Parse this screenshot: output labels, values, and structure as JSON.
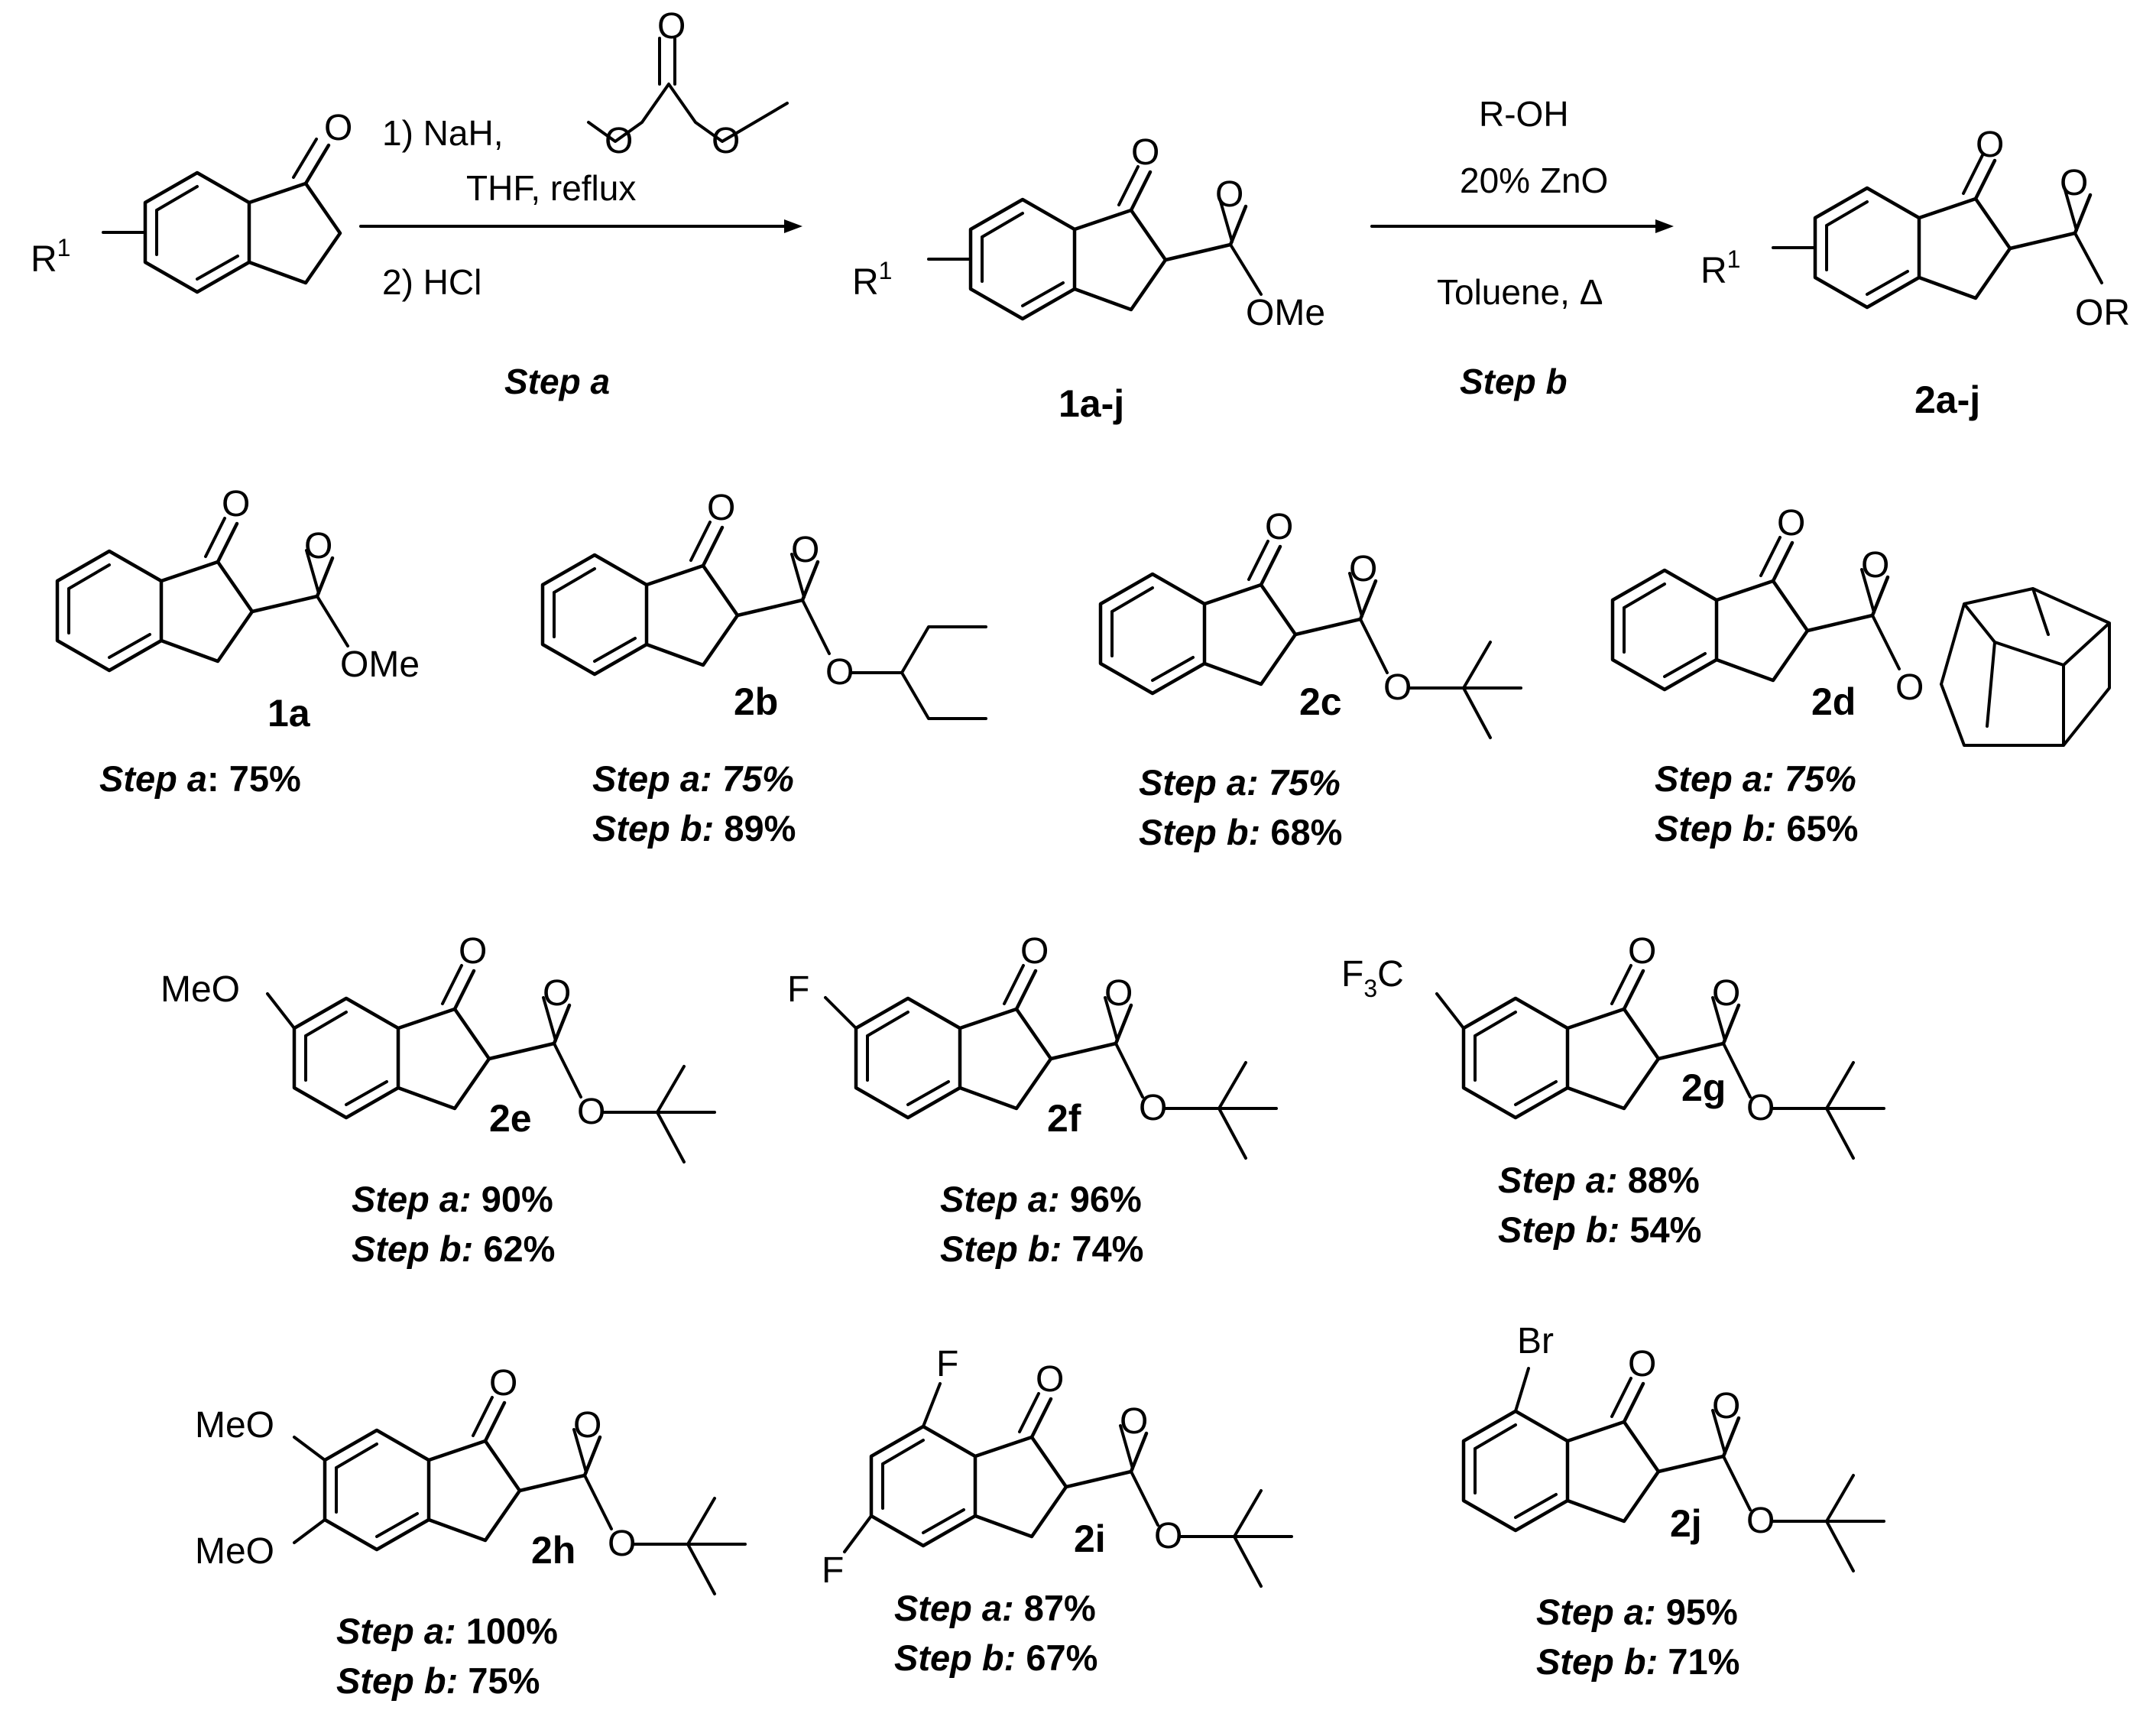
{
  "scheme": {
    "start_substituent": "R",
    "start_substituent_sup": "1",
    "step_a": {
      "reagent_line1": "1)  NaH,",
      "reagent_line2": "THF, reflux",
      "reagent_line3": "2) HCl",
      "label": "Step a"
    },
    "intermediate": {
      "substituent": "R",
      "substituent_sup": "1",
      "ester_group": "OMe",
      "label": "1a-j"
    },
    "step_b": {
      "reagent_line1": "R-OH",
      "reagent_line2": "20% ZnO",
      "reagent_line3": "Toluene, Δ",
      "label": "Step b"
    },
    "product": {
      "substituent": "R",
      "substituent_sup": "1",
      "ester_group": "OR",
      "label": "2a-j"
    }
  },
  "atoms": {
    "oxygen": "O",
    "methoxy": "OMe"
  },
  "yield_labels": {
    "step_a": "Step a",
    "step_b": "Step b",
    "colon": ":"
  },
  "compounds": [
    {
      "id": "1a",
      "step_a": "75%"
    },
    {
      "id": "2b",
      "step_a": "75%",
      "step_b": "89%"
    },
    {
      "id": "2c",
      "step_a": "75%",
      "step_b": "68%"
    },
    {
      "id": "2d",
      "step_a": "75%",
      "step_b": "65%"
    },
    {
      "id": "2e",
      "substituent": "MeO",
      "step_a": "90%",
      "step_b": "62%"
    },
    {
      "id": "2f",
      "substituent": "F",
      "step_a": "96%",
      "step_b": "74%"
    },
    {
      "id": "2g",
      "substituent": "F",
      "substituent_sub": "3",
      "substituent_tail": "C",
      "step_a": "88%",
      "step_b": "54%"
    },
    {
      "id": "2h",
      "substituent": "MeO",
      "substituent2": "MeO",
      "step_a": "100%",
      "step_b": "75%"
    },
    {
      "id": "2i",
      "substituent": "F",
      "substituent2": "F",
      "step_a": "87%",
      "step_b": "67%"
    },
    {
      "id": "2j",
      "substituent": "Br",
      "step_a": "95%",
      "step_b": "71%"
    }
  ]
}
